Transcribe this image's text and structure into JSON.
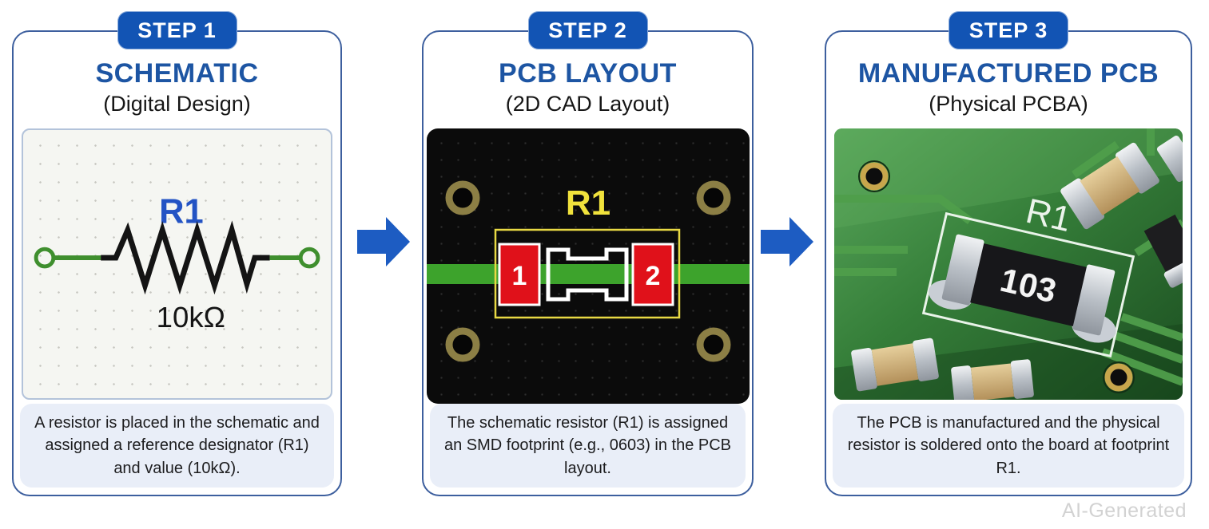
{
  "steps": [
    {
      "badge": "STEP 1",
      "title": "SCHEMATIC",
      "subtitle": "(Digital Design)",
      "caption": "A resistor is placed in the schematic and assigned a reference designator (R1) and value (10kΩ).",
      "figure": {
        "type": "schematic",
        "ref_designator": "R1",
        "value": "10kΩ"
      }
    },
    {
      "badge": "STEP 2",
      "title": "PCB LAYOUT",
      "subtitle": "(2D CAD Layout)",
      "caption": "The schematic resistor (R1) is assigned an SMD footprint (e.g., 0603) in the PCB layout.",
      "figure": {
        "type": "pcb-layout",
        "ref_designator": "R1",
        "pad_1": "1",
        "pad_2": "2"
      }
    },
    {
      "badge": "STEP 3",
      "title": "MANUFACTURED PCB",
      "subtitle": "(Physical PCBA)",
      "caption": "The PCB is manufactured and the physical resistor is soldered onto the board at footprint R1.",
      "figure": {
        "type": "pcb-photo",
        "ref_designator": "R1",
        "resistor_marking": "103"
      }
    }
  ],
  "watermark": "AI-Generated",
  "colors": {
    "badge_blue": "#1254b4",
    "title_blue": "#1d55a3",
    "card_border_blue": "#3d5f9e",
    "arrow_blue": "#1d5cc2",
    "caption_bg": "#e9eef8",
    "wire_green": "#3f8f2e",
    "schematic_ref_blue": "#2353c4",
    "pcb_background": "#0b0b0b",
    "trace_green": "#3da32c",
    "pad_red": "#e0111a",
    "courtyard_yellow": "#e8d944",
    "silkscreen_yellow": "#f0e23c",
    "drill_ring_gold": "#8c7f45",
    "board_green": "#2f7a35"
  }
}
